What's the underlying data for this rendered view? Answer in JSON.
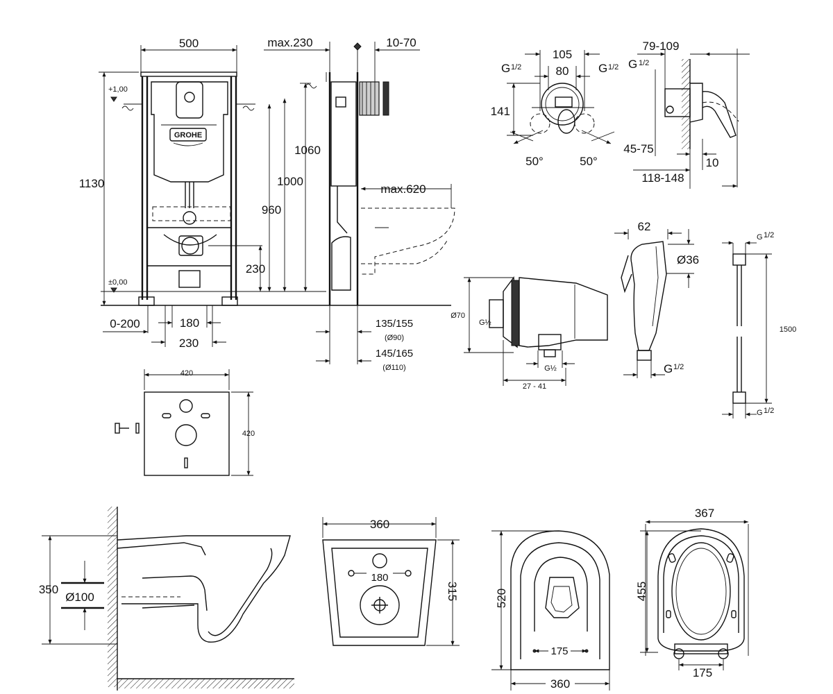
{
  "frame": {
    "width": "500",
    "height_total": "1130",
    "plus_one": "+1,00",
    "zero": "±0,00",
    "h1060": "1060",
    "h1000": "1000",
    "h960": "960",
    "h230": "230",
    "adj_0_200": "0-200",
    "w180": "180",
    "w230": "230",
    "max230": "max.230",
    "d10_70": "10-70",
    "max620": "max.620",
    "drain1": "135/155",
    "drain1_d": "(Ø90)",
    "drain2": "145/165",
    "drain2_d": "(Ø110)",
    "logo": "GROHE"
  },
  "mixer": {
    "w105": "105",
    "w80": "80",
    "g_left": "G",
    "g_right": "G",
    "frac": "1/2",
    "h141": "141",
    "a50_left": "50°",
    "a50_right": "50°",
    "d45_75": "45-75",
    "d79_109": "79-109",
    "g_side": "G",
    "d118_148": "118-148",
    "d10": "10"
  },
  "valve": {
    "d70": "Ø70",
    "g_half": "G½",
    "g_half_b": "G½",
    "w27_41": "27 - 41"
  },
  "shower": {
    "w62": "62",
    "d36": "Ø36",
    "g": "G",
    "frac": "1/2"
  },
  "hose": {
    "g_top": "G",
    "frac_top": "1/2",
    "len": "1500",
    "g_bot": "G",
    "frac_bot": "1/2"
  },
  "plate": {
    "w420": "420",
    "h420": "420"
  },
  "bowl_side": {
    "h350": "350",
    "d100": "Ø100"
  },
  "bowl_top": {
    "w360": "360",
    "c180": "180",
    "h315": "315"
  },
  "bowl_plan": {
    "h520": "520",
    "c175": "175",
    "w360": "360"
  },
  "seat": {
    "w367": "367",
    "h455": "455",
    "c175": "175"
  }
}
